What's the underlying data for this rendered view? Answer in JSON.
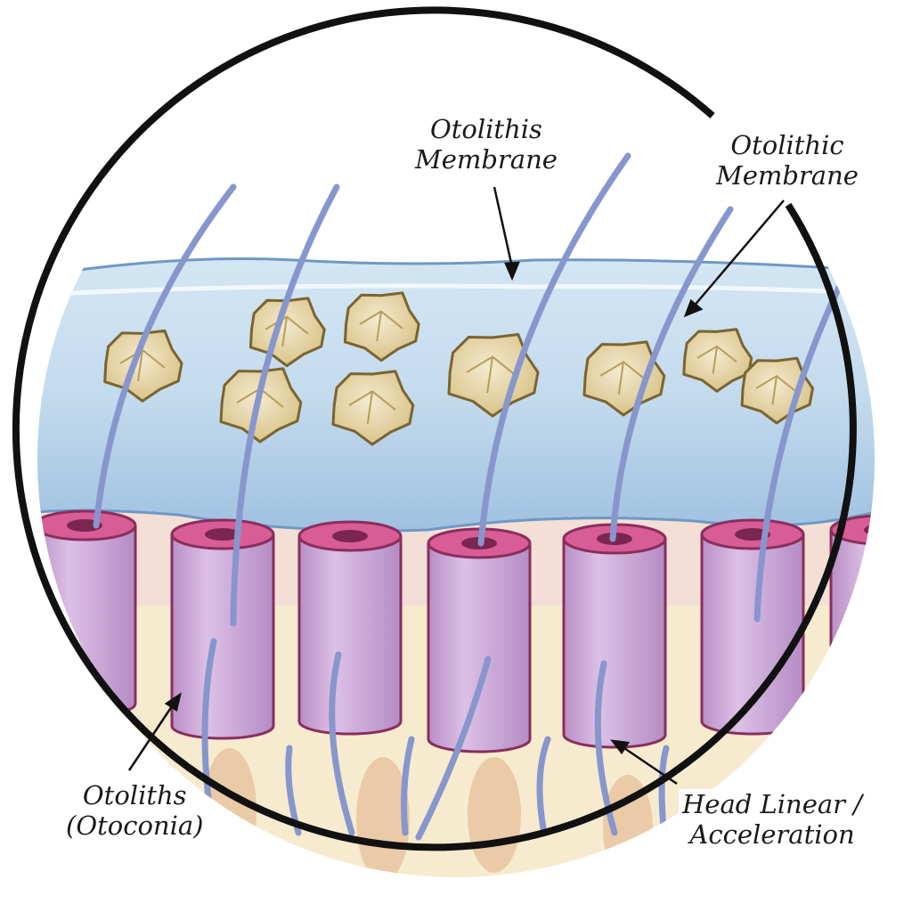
{
  "labels": {
    "top_membrane": [
      "Otolithis",
      "Membrane"
    ],
    "right_membrane": [
      "Otolithic",
      "Membrane"
    ],
    "otoliths": [
      "Otoliths",
      "(Otoconia)"
    ],
    "acceleration": [
      "Head Linear /",
      "Acceleration"
    ]
  },
  "colors": {
    "membrane": "#bcd6ea",
    "otolith": "#e6d6a4",
    "hair_cell": "#c9a6d4",
    "hair": "#8c9dd0",
    "tissue": "#f6ebcf",
    "outline": "#111111"
  }
}
